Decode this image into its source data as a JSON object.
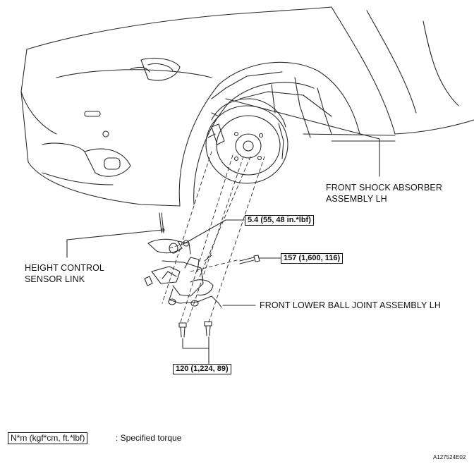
{
  "callouts": {
    "shock_absorber_line1": "FRONT SHOCK ABSORBER",
    "shock_absorber_line2": "ASSEMBLY LH",
    "height_sensor_line1": "HEIGHT CONTROL",
    "height_sensor_line2": "SENSOR LINK",
    "ball_joint": "FRONT LOWER BALL JOINT ASSEMBLY LH"
  },
  "torques": {
    "nut_small": "5.4 (55, 48 in.*lbf)",
    "bolt_side": "157 (1,600, 116)",
    "bolts_bottom": "120 (1,224, 89)"
  },
  "legend": {
    "unit_box": "N*m (kgf*cm, ft.*lbf)",
    "unit_desc": ": Specified torque"
  },
  "figure_code": "A127524E02"
}
